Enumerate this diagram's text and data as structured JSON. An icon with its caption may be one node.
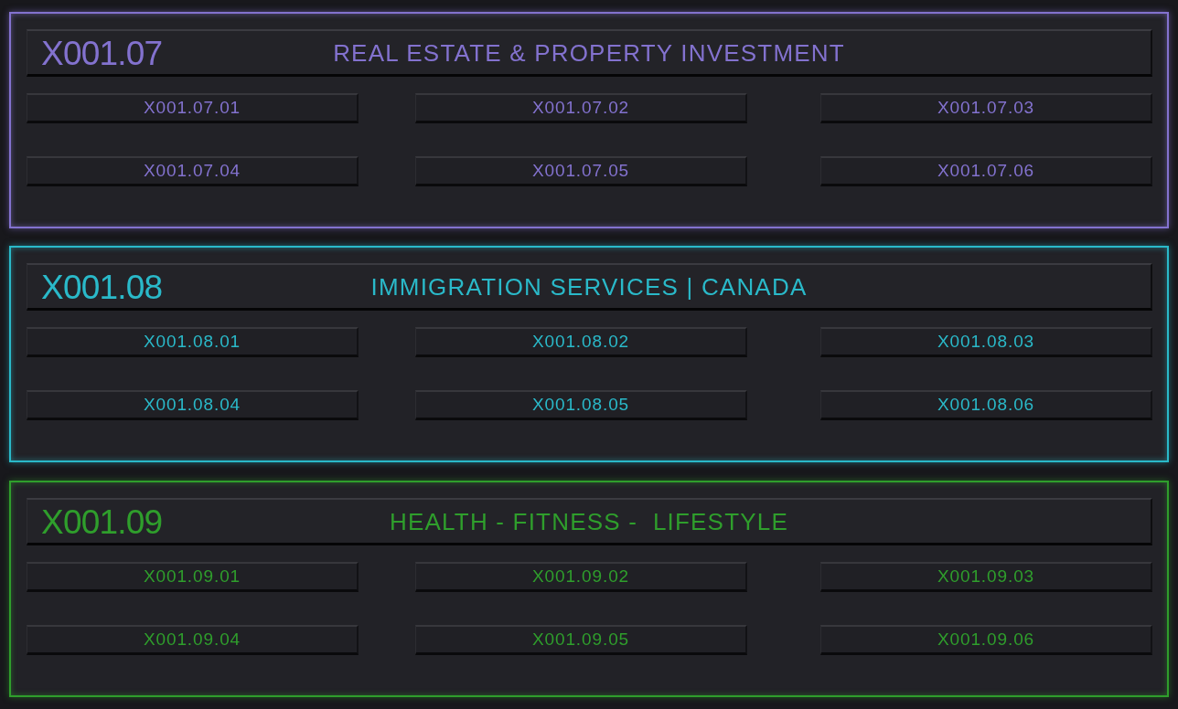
{
  "diagram": {
    "nodes": [
      {
        "text": [],
        "shape": "box"
      },
      {
        "text": [
          "X001.07",
          "REAL ESTATE & PROPERTY INVESTMENT"
        ],
        "in": 0
      },
      {
        "text": [
          "X001.07.01"
        ],
        "in": 0
      },
      {
        "text": [
          "X001.07.02"
        ],
        "in": 0
      },
      {
        "text": [
          "X001.07.03"
        ],
        "in": 0
      },
      {
        "text": [
          "X001.07.04"
        ],
        "in": 0
      },
      {
        "text": [
          "X001.07.05"
        ],
        "in": 0
      },
      {
        "text": [
          "X001.07.06"
        ],
        "in": 0
      },
      {
        "text": [],
        "shape": "box"
      },
      {
        "text": [
          "X001.08",
          "IMMIGRATION SERVICES | CANADA"
        ],
        "in": 8
      },
      {
        "text": [
          "X001.08.01"
        ],
        "in": 8
      },
      {
        "text": [
          "X001.08.02"
        ],
        "in": 8
      },
      {
        "text": [
          "X001.08.03"
        ],
        "in": 8
      },
      {
        "text": [
          "X001.08.04"
        ],
        "in": 8
      },
      {
        "text": [
          "X001.08.05"
        ],
        "in": 8
      },
      {
        "text": [
          "X001.08.06"
        ],
        "in": 8
      },
      {
        "text": [],
        "shape": "box"
      },
      {
        "text": [
          "X001.09",
          "HEALTH - FITNESS -  LIFESTYLE"
        ],
        "in": 16
      },
      {
        "text": [
          "X001.09.01"
        ],
        "in": 16
      },
      {
        "text": [
          "X001.09.02"
        ],
        "in": 16
      },
      {
        "text": [
          "X001.09.03"
        ],
        "in": 16
      },
      {
        "text": [
          "X001.09.04"
        ],
        "in": 16
      },
      {
        "text": [
          "X001.09.05"
        ],
        "in": 16
      },
      {
        "text": [
          "X001.09.06"
        ],
        "in": 16
      }
    ]
  }
}
